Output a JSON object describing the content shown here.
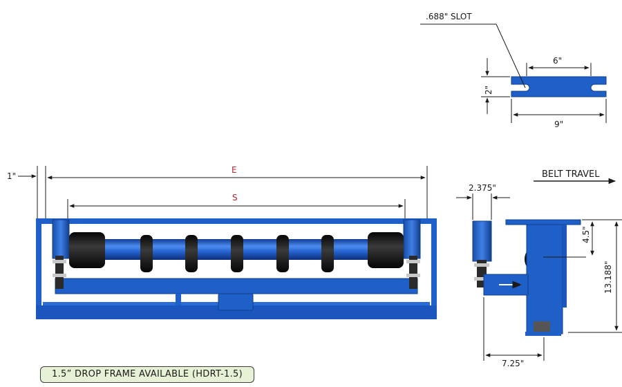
{
  "slot_detail": {
    "slot_label": ".688\" SLOT",
    "slot_spacing": "6\"",
    "height": "2\"",
    "length": "9\""
  },
  "front_view": {
    "offset": "1\"",
    "e_label": "E",
    "s_label": "S"
  },
  "side_view": {
    "bracket_width": "2.375\"",
    "belt_travel": "BELT TRAVEL",
    "top_height": "4.5\"",
    "overall_height": "13.188\"",
    "base_offset": "7.25\""
  },
  "note": {
    "text": "1.5” DROP FRAME AVAILABLE (HDRT-1.5)"
  },
  "colors": {
    "frame_blue": "#1f5fc8",
    "roller_black": "#141414",
    "dim_red": "#c0202a",
    "note_bg": "#e6f1d6"
  }
}
